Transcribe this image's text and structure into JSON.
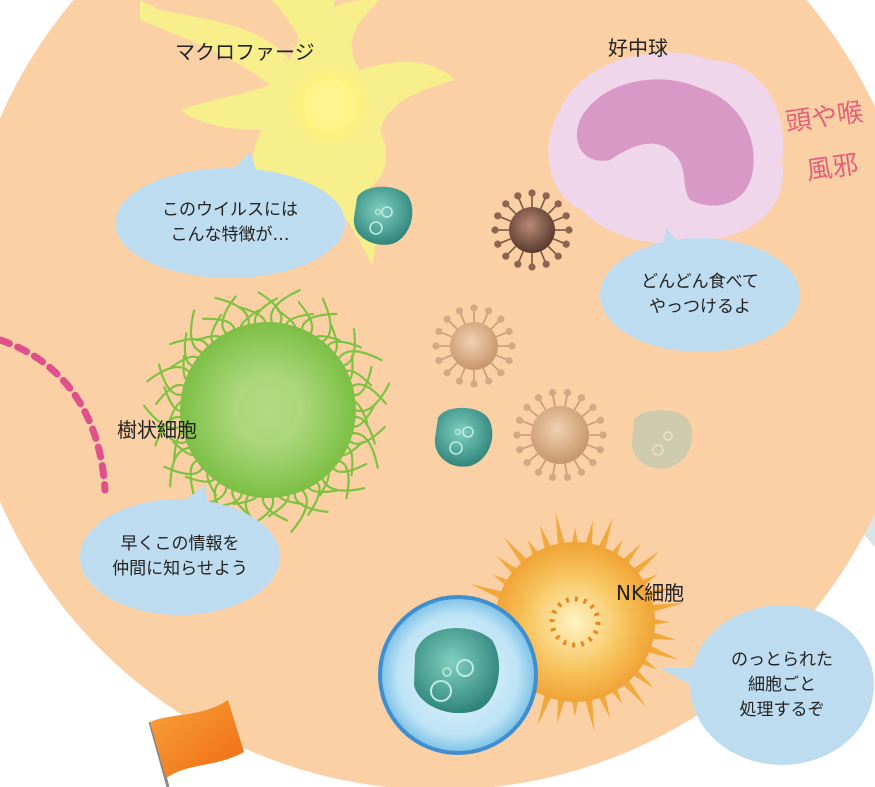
{
  "cells": {
    "macrophage": "マクロファージ",
    "neutrophil": "好中球",
    "dendritic": "樹状細胞",
    "nk": "NK細胞"
  },
  "bubbles": {
    "macrophage": [
      "このウイルスには",
      "こんな特徴が…"
    ],
    "neutrophil": [
      "どんどん食べて",
      "やっつけるよ"
    ],
    "dendritic": [
      "早くこの情報を",
      "仲間に知らせよう"
    ],
    "nk": [
      "のっとられた",
      "細胞ごと",
      "処理するぞ"
    ]
  },
  "side_text": [
    "頭や喉",
    "風邪"
  ],
  "colors": {
    "background_circle": "#fbd0a5",
    "bubble": "#bedcef",
    "macrophage": "#f7ef8a",
    "neutrophil_body": "#efd6eb",
    "neutrophil_nucleus": "#d899c6",
    "dendritic": "#7fc241",
    "nk": "#f2a93b",
    "infected_cell": "#3a9c8d",
    "virus_dark": "#6b4a3c",
    "virus_light": "#d8a97e",
    "pink_text": "#e5607a"
  }
}
